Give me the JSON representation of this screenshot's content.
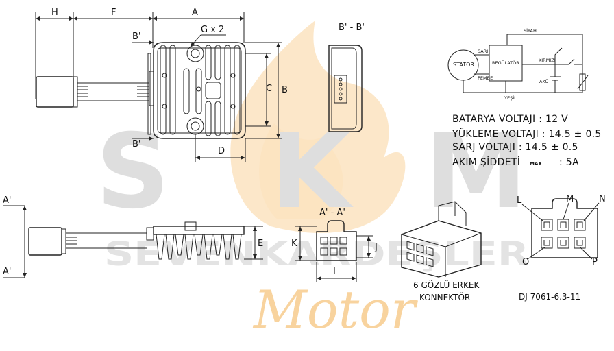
{
  "watermark": {
    "letters": [
      "S",
      "K",
      "M"
    ],
    "name": "SEVENKARDEŞLER",
    "script": "Motor",
    "colors": {
      "gray": "#dcdcdc",
      "orange": "#f7c88a"
    }
  },
  "dimensions": {
    "H": "H",
    "F": "F",
    "A": "A",
    "G": "G x 2",
    "B": "B",
    "C": "C",
    "D": "D",
    "E": "E",
    "K": "K",
    "J": "J",
    "I": "I"
  },
  "sections": {
    "b_prime_top": "B'",
    "b_prime_bottom": "B'",
    "b_b": "B' - B'",
    "a_prime_top": "A'",
    "a_prime_bottom": "A'",
    "a_a": "A' - A'"
  },
  "schematic": {
    "stator": "STATOR",
    "regulator": "REGÜLATÖR",
    "wires": {
      "siyah": "SİYAH",
      "sari": "SARI",
      "pembe": "PEMBE",
      "kirmizi": "KIRMIZI",
      "yesil": "YEŞİL"
    },
    "battery": "AKÜ"
  },
  "specs": {
    "battery_voltage": "BATARYA VOLTAJI : 12 V",
    "load_voltage": "YÜKLEME VOLTAJI : 14.5  ±  0.5",
    "charge_voltage": "SARJ VOLTAJI : 14.5 ± 0.5",
    "current_label": "AKIM ŞİDDETİ",
    "current_max": "MAX",
    "current_value": ": 5A"
  },
  "connector": {
    "caption_line1": "6 GÖZLÜ ERKEK",
    "caption_line2": "KONNEKTÖR",
    "pins": {
      "L": "L",
      "M": "M",
      "N": "N",
      "O": "O",
      "P": "P"
    }
  },
  "part_number": "DJ 7061-6.3-11"
}
